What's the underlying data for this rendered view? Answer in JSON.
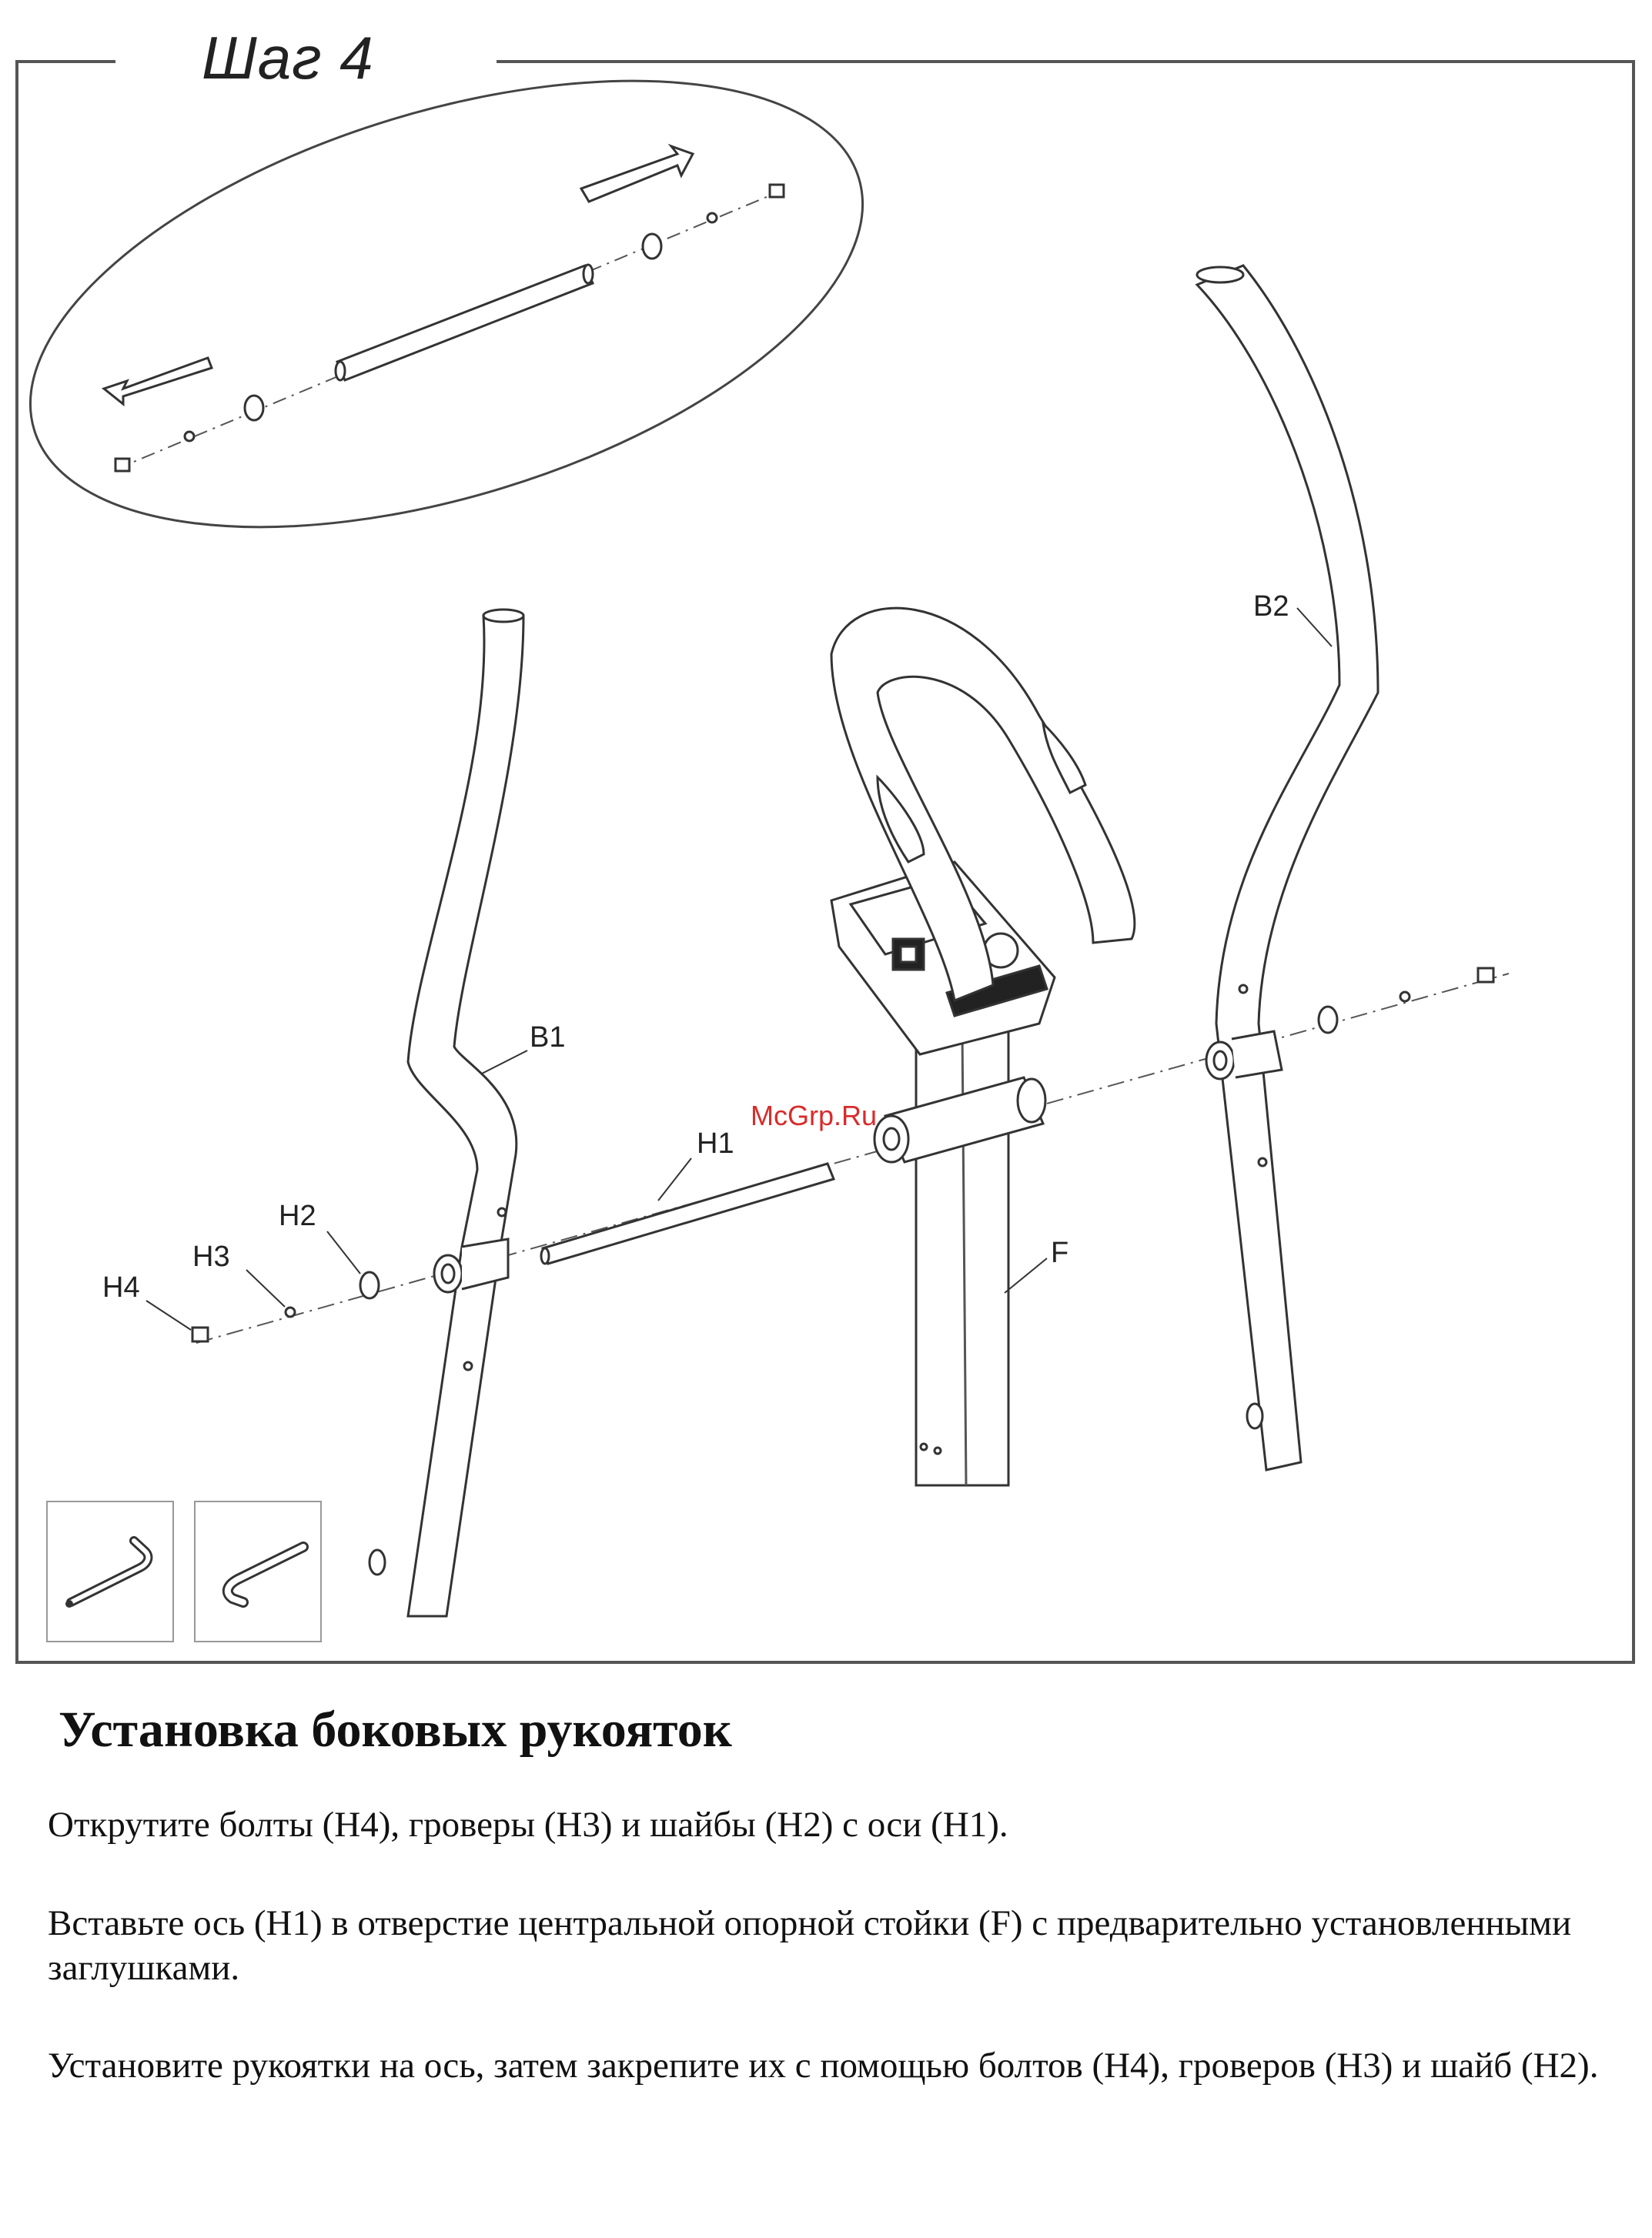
{
  "step": {
    "title": "Шаг 4"
  },
  "diagram": {
    "labels": {
      "b1": "B1",
      "b2": "B2",
      "h1": "H1",
      "h2": "H2",
      "h3": "H3",
      "h4": "H4",
      "f": "F"
    },
    "watermark": "McGrp.Ru",
    "icons": [
      "allen-key-icon",
      "hex-key-icon"
    ]
  },
  "instructions": {
    "heading": "Установка боковых рукояток",
    "paragraphs": [
      "Открутите болты (H4), гроверы (H3) и шайбы (H2) с оси (H1).",
      "Вставьте ось (H1)  в отверстие центральной опорной стойки (F) с предварительно установленными заглушками.",
      "Установите рукоятки на ось, затем закрепите их с помощью болтов (H4), гроверов (H3) и шайб (H2)."
    ]
  }
}
